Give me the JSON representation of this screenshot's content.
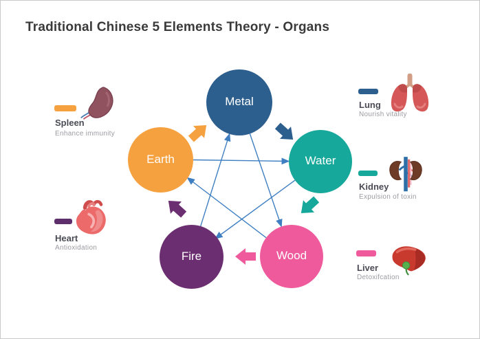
{
  "title": "Traditional Chinese 5 Elements Theory - Organs",
  "elements": [
    {
      "label": "Metal",
      "color": "#2d5f8e"
    },
    {
      "label": "Water",
      "color": "#16a89a"
    },
    {
      "label": "Earth",
      "color": "#f6a13f"
    },
    {
      "label": "Fire",
      "color": "#6b2e70"
    },
    {
      "label": "Wood",
      "color": "#ef5a9d"
    }
  ],
  "organs": [
    {
      "name": "Spleen",
      "description": "Enhance immunity",
      "color": "#f6a13f",
      "icon": "spleen-icon"
    },
    {
      "name": "Heart",
      "description": "Antioxidation",
      "color": "#5e2d6b",
      "icon": "heart-icon"
    },
    {
      "name": "Lung",
      "description": "Nourish vitality",
      "color": "#2d5f8e",
      "icon": "lung-icon"
    },
    {
      "name": "Kidney",
      "description": "Expulsion of toxin",
      "color": "#16a89a",
      "icon": "kidney-icon"
    },
    {
      "name": "Liver",
      "description": "Detoxifcation",
      "color": "#ef5a9d",
      "icon": "liver-icon"
    }
  ],
  "line_color": "#3f7fc1"
}
